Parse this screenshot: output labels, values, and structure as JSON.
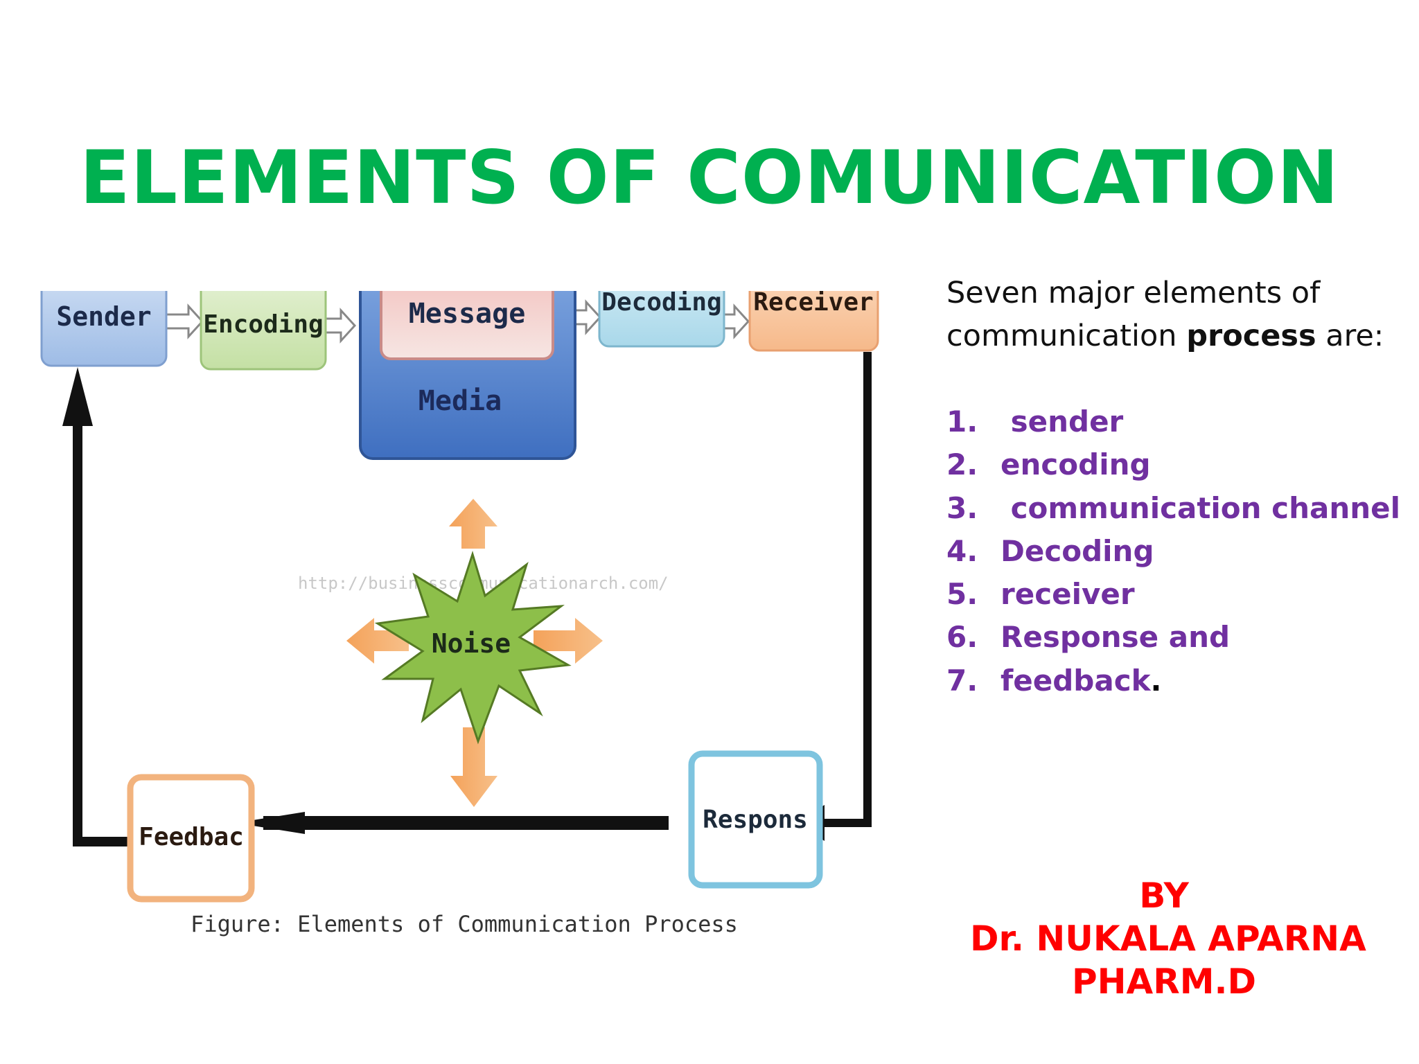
{
  "slide": {
    "title": "ELEMENTS OF COMUNICATION",
    "intro": {
      "line1": "Seven major elements of",
      "line2_pre": "communication",
      "line2_bold": "process",
      "line2_post": " are:"
    },
    "list": [
      {
        "num": "1.",
        "text": " sender"
      },
      {
        "num": "2.",
        "text": "encoding"
      },
      {
        "num": "3.",
        "text": " communication channel"
      },
      {
        "num": "4.",
        "text": "Decoding"
      },
      {
        "num": "5.",
        "text": "receiver"
      },
      {
        "num": "6.",
        "text": "Response and"
      },
      {
        "num": "7.",
        "text": "feedback",
        "trail": "."
      }
    ],
    "author": {
      "line1": "BY",
      "line2": "Dr. NUKALA APARNA",
      "line3": "PHARM.D"
    }
  },
  "figure": {
    "boxes": {
      "sender": "Sender",
      "encoding": "Encoding",
      "message": "Message",
      "media": "Media",
      "decoding": "Decoding",
      "receiver": "Receiver",
      "noise": "Noise",
      "response": "Respons",
      "feedback": "Feedbac"
    },
    "watermark": "http://businesscommunicationarch.com/",
    "caption": "Figure: Elements of Communication Process"
  }
}
